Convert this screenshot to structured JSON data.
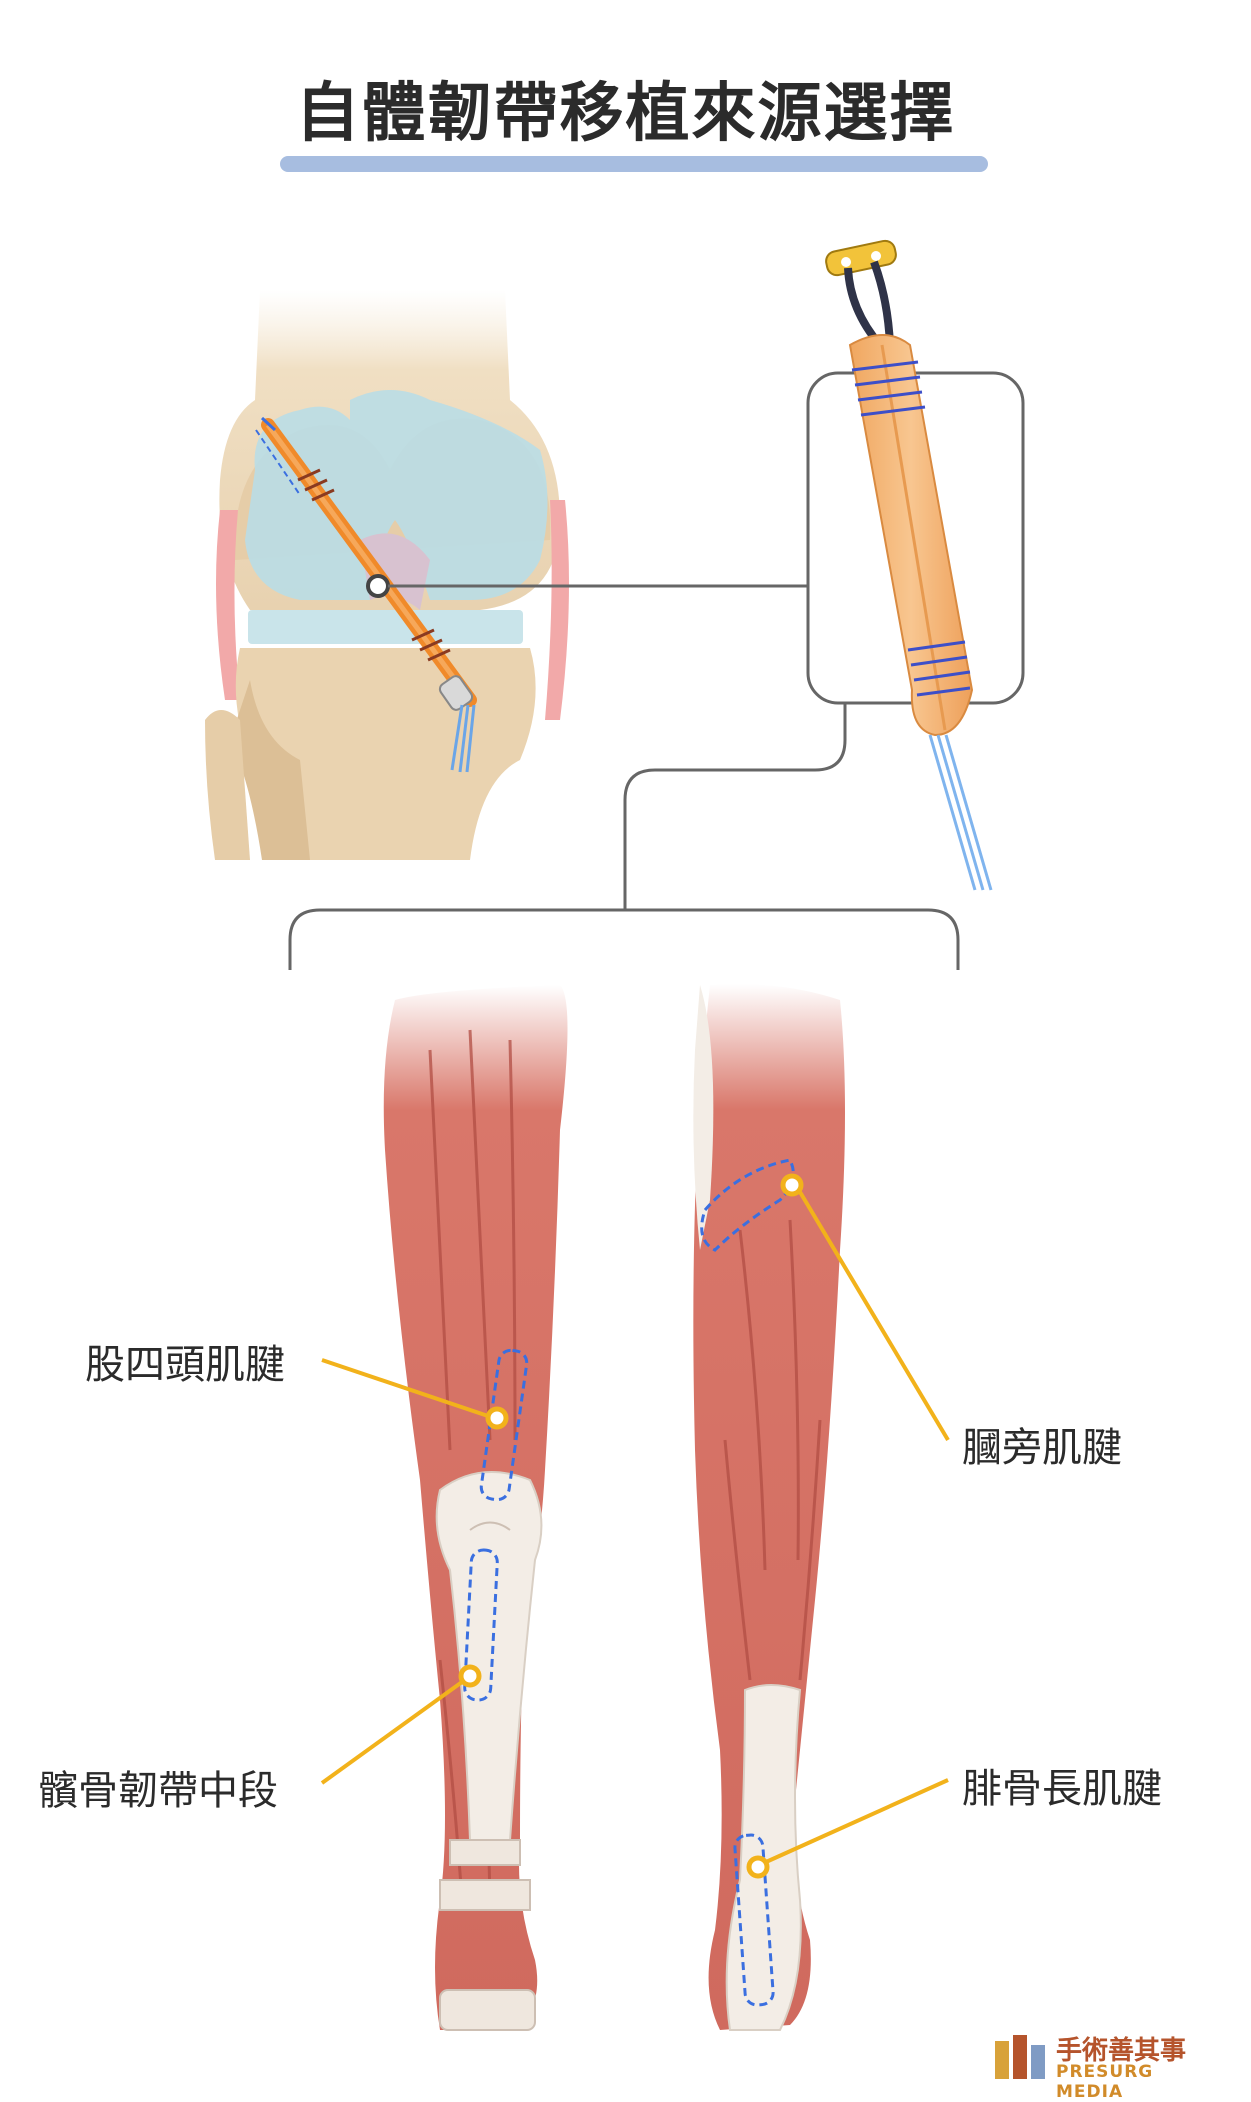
{
  "title": "自體韌帶移植來源選擇",
  "labels": {
    "quadriceps": "股四頭肌腱",
    "patellar": "髕骨韌帶中段",
    "hamstring": "膕旁肌腱",
    "peroneus": "腓骨長肌腱"
  },
  "brand": {
    "name_cn": "手術善其事",
    "name_en": "PRESURG MEDIA"
  },
  "colors": {
    "accent_bar": "#a7bde0",
    "callout_line": "#f2b21b",
    "dashed_outline": "#3a6fe0",
    "muscle": "#d9776a",
    "tendon": "#f3ede6",
    "graft": "#f5b877"
  }
}
